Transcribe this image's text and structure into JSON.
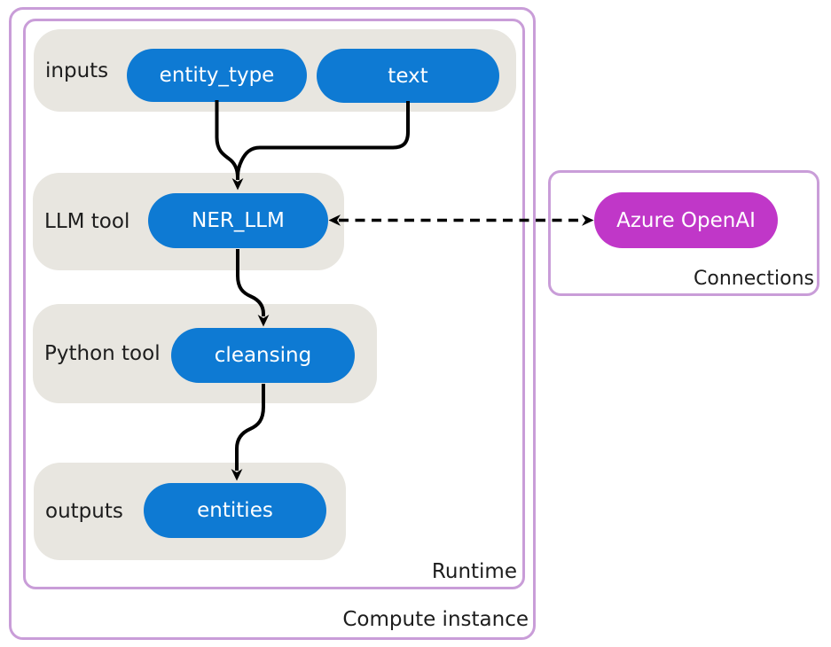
{
  "diagram": {
    "outer_box_label": "Compute instance",
    "inner_box_label": "Runtime",
    "connections_box_label": "Connections",
    "groups": {
      "inputs": {
        "label": "inputs"
      },
      "llm_tool": {
        "label": "LLM tool"
      },
      "python_tool": {
        "label": "Python tool"
      },
      "outputs": {
        "label": "outputs"
      }
    },
    "nodes": {
      "entity_type": {
        "label": "entity_type"
      },
      "text": {
        "label": "text"
      },
      "ner_llm": {
        "label": "NER_LLM"
      },
      "cleansing": {
        "label": "cleansing"
      },
      "entities": {
        "label": "entities"
      },
      "azure_openai": {
        "label": "Azure OpenAI"
      }
    },
    "edges": [
      {
        "from": "entity_type",
        "to": "NER_LLM",
        "style": "solid-arrow"
      },
      {
        "from": "text",
        "to": "NER_LLM",
        "style": "solid-arrow"
      },
      {
        "from": "NER_LLM",
        "to": "cleansing",
        "style": "solid-arrow"
      },
      {
        "from": "cleansing",
        "to": "entities",
        "style": "solid-arrow"
      },
      {
        "from": "NER_LLM",
        "to": "Azure OpenAI",
        "style": "dashed-double-arrow"
      }
    ],
    "colors": {
      "node_blue": "#0e7ad3",
      "node_magenta": "#c037c8",
      "box_border": "#c99dd8",
      "group_fill": "#e8e6e0",
      "edge": "#000000"
    }
  }
}
